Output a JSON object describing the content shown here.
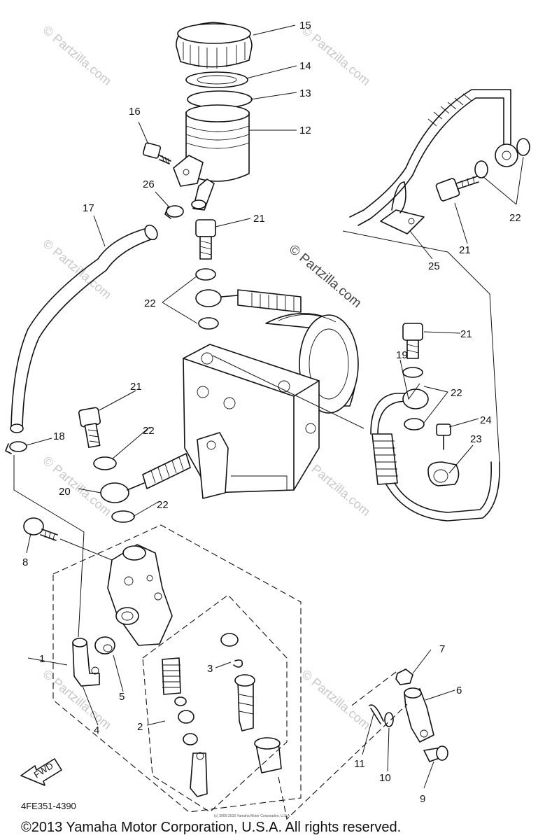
{
  "callouts": {
    "c1": "1",
    "c2": "2",
    "c3": "3",
    "c4": "4",
    "c5": "5",
    "c6": "6",
    "c7": "7",
    "c8": "8",
    "c9": "9",
    "c10": "10",
    "c11": "11",
    "c12": "12",
    "c13": "13",
    "c14": "14",
    "c15": "15",
    "c16": "16",
    "c17": "17",
    "c18": "18",
    "c19": "19",
    "c20": "20",
    "c21": "21",
    "c22": "22",
    "c23": "23",
    "c24": "24",
    "c25": "25",
    "c26": "26"
  },
  "watermark": {
    "main": "© Partzilla.com",
    "faint": "© Partzilla.com"
  },
  "fwd_label": "FWD",
  "diagram_code": "4FE351-4390",
  "fine_print": "(c) 2005-2016 Yamaha Motor Corporation, U.S.A.",
  "copyright": "©2013 Yamaha Motor Corporation, U.S.A. All rights reserved."
}
